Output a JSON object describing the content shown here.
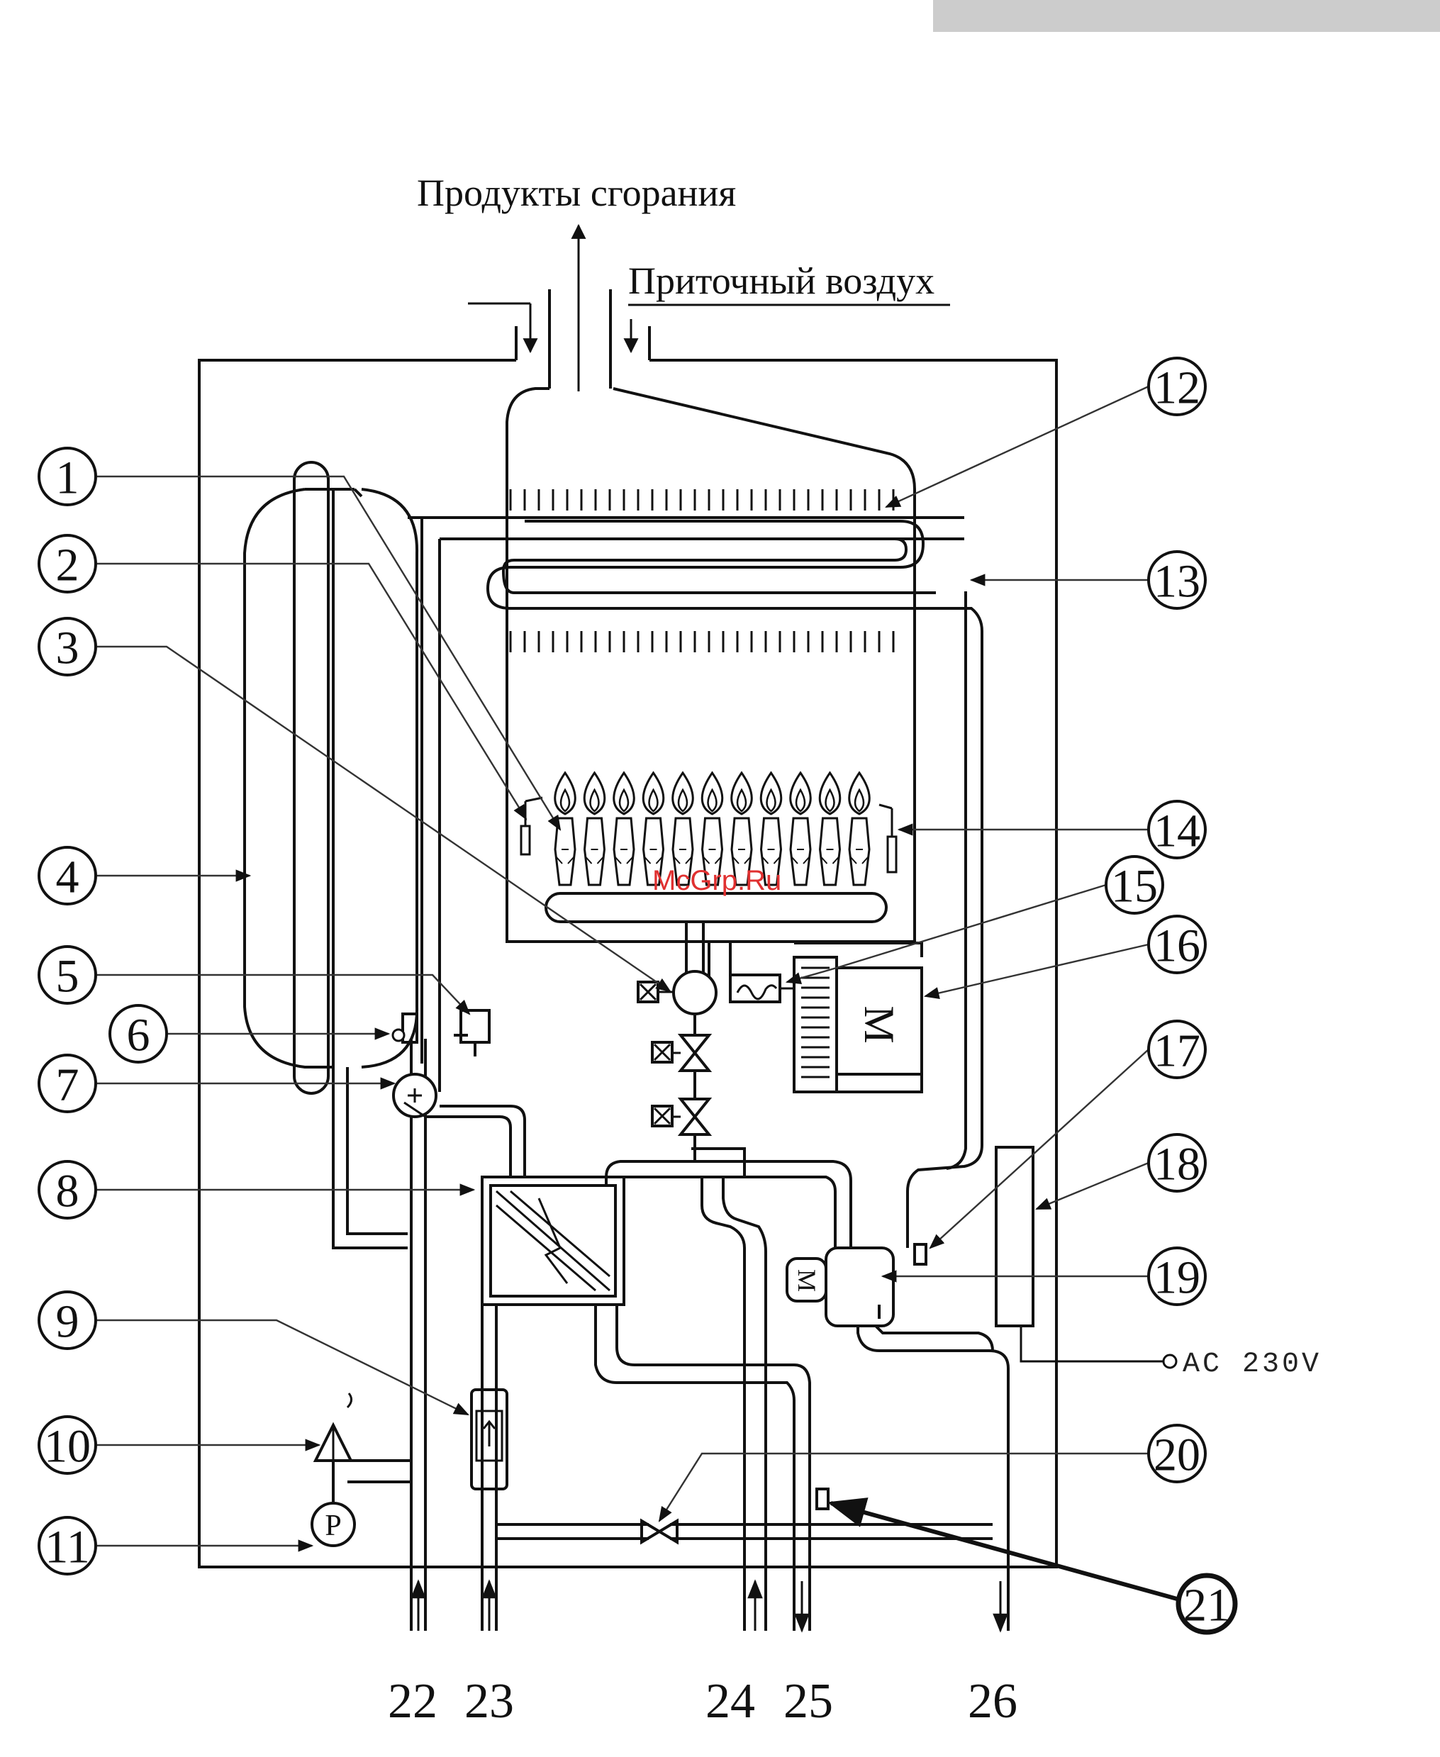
{
  "labels": {
    "exhaust": "Продукты сгорания",
    "intake": "Приточный воздух",
    "power": "AC 230V",
    "watermark": "McGrp.Ru"
  },
  "callouts": [
    "1",
    "2",
    "3",
    "4",
    "5",
    "6",
    "7",
    "8",
    "9",
    "10",
    "11",
    "12",
    "13",
    "14",
    "15",
    "16",
    "17",
    "18",
    "19",
    "20",
    "21"
  ],
  "connections": [
    "22",
    "23",
    "24",
    "25",
    "26"
  ],
  "colors": {
    "line": "#111111",
    "watermark": "#e03030",
    "header_bar": "#cccccc"
  }
}
